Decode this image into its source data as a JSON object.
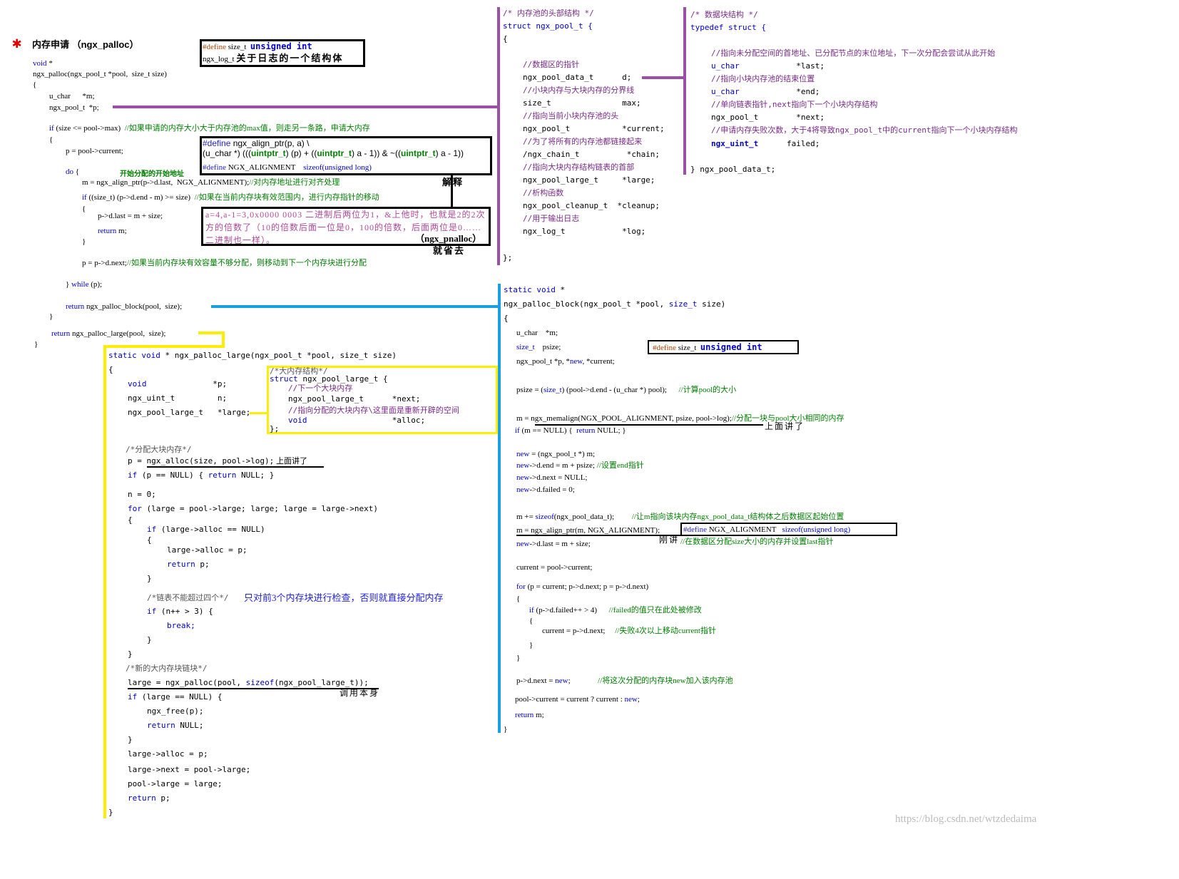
{
  "title": {
    "label": "内存申请 （ngx_palloc）"
  },
  "define_box1": {
    "line1_dir": "#define",
    "line1_rest": " size_t  ",
    "line1_type": "unsigned int",
    "line2_code": "ngx_log_t ",
    "line2_note": "关于日志的一个结构体"
  },
  "palloc": {
    "l1_kw": "void",
    "l1_rest": " *",
    "l2": "ngx_palloc(ngx_pool_t *pool,  size_t size)",
    "l3": "{",
    "l4": "u_char      *m;",
    "l5": "ngx_pool_t  *p;",
    "l6_kw": "if",
    "l6_code": " (size <= pool->max)  ",
    "l6_cm": "//如果申请的内存大小大于内存池的max值，则走另一条路，申请大内存",
    "l7": "{",
    "l8": "p = pool->current;",
    "l9_kw": "do",
    "l9_rest": " {",
    "l9_note": "开始分配的开始地址",
    "l10_code": "m = ngx_align_ptr(p->d.last,  NGX_ALIGNMENT);",
    "l10_cm": "//对内存地址进行对齐处理",
    "l11_kw": "if",
    "l11_code": " ((size_t) (p->d.end - m) >= size)  ",
    "l11_cm": "//如果在当前内存块有效范围内，进行内存指针的移动",
    "l12": "{",
    "l13": "p->d.last = m + size;",
    "l14_kw": "return",
    "l14_rest": " m;",
    "l15": "}",
    "l16_code": "p = p->d.next;",
    "l16_cm": "//如果当前内存块有效容量不够分配，则移动到下一个内存块进行分配",
    "l17_pre": "} ",
    "l17_kw": "while",
    "l17_rest": " (p);",
    "l18_kw": "return",
    "l18_rest": " ngx_palloc_block(pool,  size);",
    "l19": "}",
    "l20_kw": "return",
    "l20_rest": " ngx_palloc_large(pool,  size);",
    "l21": "}"
  },
  "align_box": {
    "l1_dir": "#define",
    "l1_rest": " ngx_align_ptr(p, a) \\",
    "l2a": "(u_char *) (((",
    "l2t1": "uintptr_t",
    "l2b": ") (p) + ((",
    "l2t2": "uintptr_t",
    "l2c": ") a - 1)) & ~((",
    "l2t3": "uintptr_t",
    "l2d": ") a - 1))",
    "l3_dir": "#define",
    "l3_rest": " NGX_ALIGNMENT    ",
    "l3_kw": "sizeof",
    "l3_tail": "(unsigned long)",
    "side_note": "解释"
  },
  "pink_note": {
    "text": "a=4,a-1=3,0x0000 0003 二进制后两位为1，&上他时，也就是2的2次方的倍数了（10的倍数后面一位是0，100的倍数，后面两位是0……二进制也一样）。",
    "pnalloc": "（ngx_pnalloc）",
    "pnalloc2": "就省去"
  },
  "pool_struct": {
    "l1": "/* 内存池的头部结构 */",
    "l2": "struct ngx_pool_t {",
    "l3": "{",
    "c1": "//数据区的指针",
    "f1": "ngx_pool_data_t      d;",
    "c2": "//小块内存与大块内存的分界线",
    "f2": "size_t               max;",
    "c3": "//指向当前小块内存池的头",
    "f3": "ngx_pool_t           *current;",
    "c4": "//为了将所有的内存池都链接起来",
    "f4": "/ngx_chain_t          *chain;",
    "c5": "//指向大块内存结构链表的首部",
    "f5": "ngx_pool_large_t     *large;",
    "c6": "//析构函数",
    "f6": "ngx_pool_cleanup_t  *cleanup;",
    "c7": "//用于输出日志",
    "f7": "ngx_log_t            *log;",
    "end": "};"
  },
  "data_struct": {
    "l1": "/* 数据块结构 */",
    "l2": "typedef struct {",
    "c1": "//指向未分配空间的首地址、已分配节点的末位地址，下一次分配会尝试从此开始",
    "f1_t": "u_char",
    "f1_r": "            *last;",
    "c2": "//指向小块内存池的结束位置",
    "f2_t": "u_char",
    "f2_r": "            *end;",
    "c3": "//单向链表指针,next指向下一个小块内存结构",
    "f3": "ngx_pool_t        *next;",
    "c4": "//申请内存失败次数，大于4将导致ngx_pool_t中的current指向下一个小块内存结构",
    "f4_t": "ngx_uint_t",
    "f4_r": "      failed;",
    "end": "} ngx_pool_data_t;"
  },
  "block": {
    "l1_kw": "static void",
    "l1_rest": " *",
    "l2a": "ngx_palloc_block(ngx_pool_t *pool, ",
    "l2t": "size_t",
    "l2b": " size)",
    "l3": "{",
    "l4": "u_char    *m;",
    "l5_t": "size_t",
    "l5_r": "    psize;",
    "l6a": "ngx_pool_t *p, *",
    "l6k": "new",
    "l6b": ", *current;",
    "l7a": "psize = (",
    "l7t": "size_t",
    "l7b": ") (pool->d.end - (u_char *) pool);      ",
    "l7c": "//计算pool的大小",
    "l8a": "m = ngx_memalign(NGX_POOL_ALIGNMENT, psize, pool->log);",
    "l8c": "//分配一块与pool大小相同的内存",
    "l9_kw": "if",
    "l9_a": " (m == NULL) {  ",
    "l9_kw2": "return",
    "l9_b": " NULL; }",
    "l9_note": "上面讲了",
    "l10_k": "new",
    "l10_r": " = (ngx_pool_t *) m;",
    "l11_k": "new",
    "l11_r": "->d.end = m + psize; ",
    "l11_c": "//设置end指针",
    "l12_k": "new",
    "l12_r": "->d.next = NULL;",
    "l13_k": "new",
    "l13_r": "->d.failed = 0;",
    "l14a": "m += ",
    "l14k": "sizeof",
    "l14b": "(ngx_pool_data_t);         ",
    "l14c": "//让m指向该块内存ngx_pool_data_t结构体之后数据区起始位置",
    "l15": "m = ngx_align_ptr(m, NGX_ALIGNMENT);",
    "l15_box_dir": "#define",
    "l15_box_rest": " NGX_ALIGNMENT   ",
    "l15_box_kw": "sizeof",
    "l15_box_tail": "(unsigned long)",
    "l16_k": "new",
    "l16_r": "->d.last = m + size;      ",
    "l16_note": "刚讲",
    "l16_c": "//在数据区分配size大小的内存并设置last指针",
    "l17": "current = pool->current;",
    "l18_kw": "for",
    "l18_r": " (p = current; p->d.next; p = p->d.next)",
    "l19": "{",
    "l20_kw": "if",
    "l20_r": " (p->d.failed++ > 4)      ",
    "l20_c": "//failed的值只在此处被修改",
    "l21": "{",
    "l22": "current = p->d.next;     ",
    "l22_c": "//失败4次以上移动current指针",
    "l23": "}",
    "l24": "}",
    "l25a": "p->d.next = ",
    "l25k": "new",
    "l25b": ";              ",
    "l25c": "//将这次分配的内存块new加入该内存池",
    "l26a": "pool->current = current ? current : ",
    "l26k": "new",
    "l26b": ";",
    "l27_kw": "return",
    "l27_r": " m;",
    "l28": "}"
  },
  "define_box2": {
    "dir": "#define",
    "rest": " size_t  ",
    "type": "unsigned int"
  },
  "large": {
    "l1_kw": "static void",
    "l1_rest": " * ngx_palloc_large(ngx_pool_t *pool, size_t size)",
    "l2": "{",
    "l3_kw": "void",
    "l3_r": "              *p;",
    "l4_t": "ngx_uint_t",
    "l4_r": "         n;",
    "l5": "ngx_pool_large_t   *large;",
    "c1": "/*分配大块内存*/",
    "l6a": "p = ngx_alloc(size, pool->log);",
    "l6n": " 上面讲了",
    "l7_kw": "if",
    "l7_a": " (p == NULL) { ",
    "l7_kw2": "return",
    "l7_b": " NULL; }",
    "l8": "n = 0;",
    "l9_kw": "for",
    "l9_r": " (large = pool->large; large; large = large->next)",
    "l10": "{",
    "l11_kw": "if",
    "l11_r": " (large->alloc == NULL)",
    "l12": "{",
    "l13": "large->alloc = p;",
    "l14_kw": "return",
    "l14_r": " p;",
    "l15": "}",
    "c2": "/*链表不能超过四个*/",
    "c2b": "只对前3个内存块进行检查，否则就直接分配内存",
    "l16_kw": "if",
    "l16_r": " (n++ > 3) {",
    "l17": "break;",
    "l18": "}",
    "l19": "}",
    "c3": "/*新的大内存块链块*/",
    "l20a": "large = ngx_palloc(pool, ",
    "l20k": "sizeof",
    "l20b": "(ngx_pool_large_t));",
    "l20n": "调用本身",
    "l21_kw": "if",
    "l21_r": " (large == NULL) {",
    "l22": "ngx_free(p);",
    "l23_kw": "return",
    "l23_r": " NULL;",
    "l24": "}",
    "l25": "large->alloc = p;",
    "l26": "large->next = pool->large;",
    "l27": "pool->large = large;",
    "l28_kw": "return",
    "l28_r": " p;",
    "l29": "}"
  },
  "large_struct": {
    "l1": "/*大内存结构*/",
    "l2_kw": "struct",
    "l2_r": " ngx_pool_large_t {",
    "c1": "//下一个大块内存",
    "f1": "ngx_pool_large_t      *next;",
    "c2": "//指向分配的大块内存\\这里面是重新开辟的空间",
    "f2_kw": "void",
    "f2_r": "                  *alloc;",
    "end": "};"
  },
  "watermark": "https://blog.csdn.net/wtzdedaima",
  "colors": {
    "purple": "#9b4fa6",
    "blue": "#1aa0e0",
    "yellow": "#ffee00",
    "keyword": "#0000cc",
    "comment": "#008000",
    "star": "#e00000"
  }
}
